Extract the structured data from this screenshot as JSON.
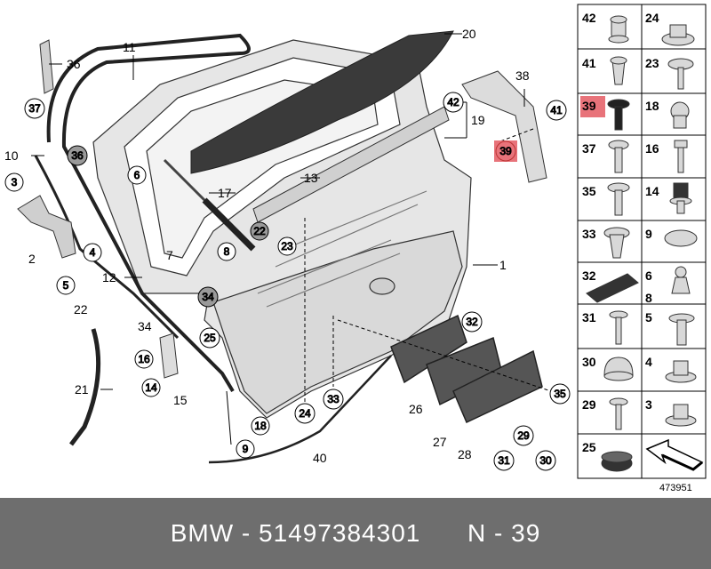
{
  "diagram": {
    "callouts": [
      "1",
      "2",
      "3",
      "4",
      "5",
      "6",
      "7",
      "8",
      "9",
      "10",
      "11",
      "12",
      "13",
      "14",
      "15",
      "16",
      "17",
      "18",
      "19",
      "20",
      "21",
      "22",
      "23",
      "24",
      "25",
      "26",
      "27",
      "28",
      "29",
      "30",
      "31",
      "32",
      "33",
      "34",
      "35",
      "36",
      "37",
      "38",
      "39",
      "40",
      "41",
      "42"
    ],
    "highlighted_part": "39",
    "image_number": "473951"
  },
  "legend_table": {
    "cells": [
      [
        "42",
        "24"
      ],
      [
        "41",
        "23"
      ],
      [
        "39",
        "18"
      ],
      [
        "37",
        "16"
      ],
      [
        "35",
        "14"
      ],
      [
        "33",
        "9"
      ],
      [
        "32",
        "6"
      ],
      [
        "31",
        "5"
      ],
      [
        "30",
        "4"
      ],
      [
        "29",
        "3"
      ],
      [
        "25",
        ""
      ]
    ],
    "extra_label_8": "8"
  },
  "footer": {
    "brand": "BMW",
    "separator": " - ",
    "part_number": "51497384301",
    "position": "N - 39"
  },
  "colors": {
    "highlight": "#e8737a",
    "callout_fill_gray": "#9a9a9a",
    "footer_bg": "#6e6e6e"
  }
}
